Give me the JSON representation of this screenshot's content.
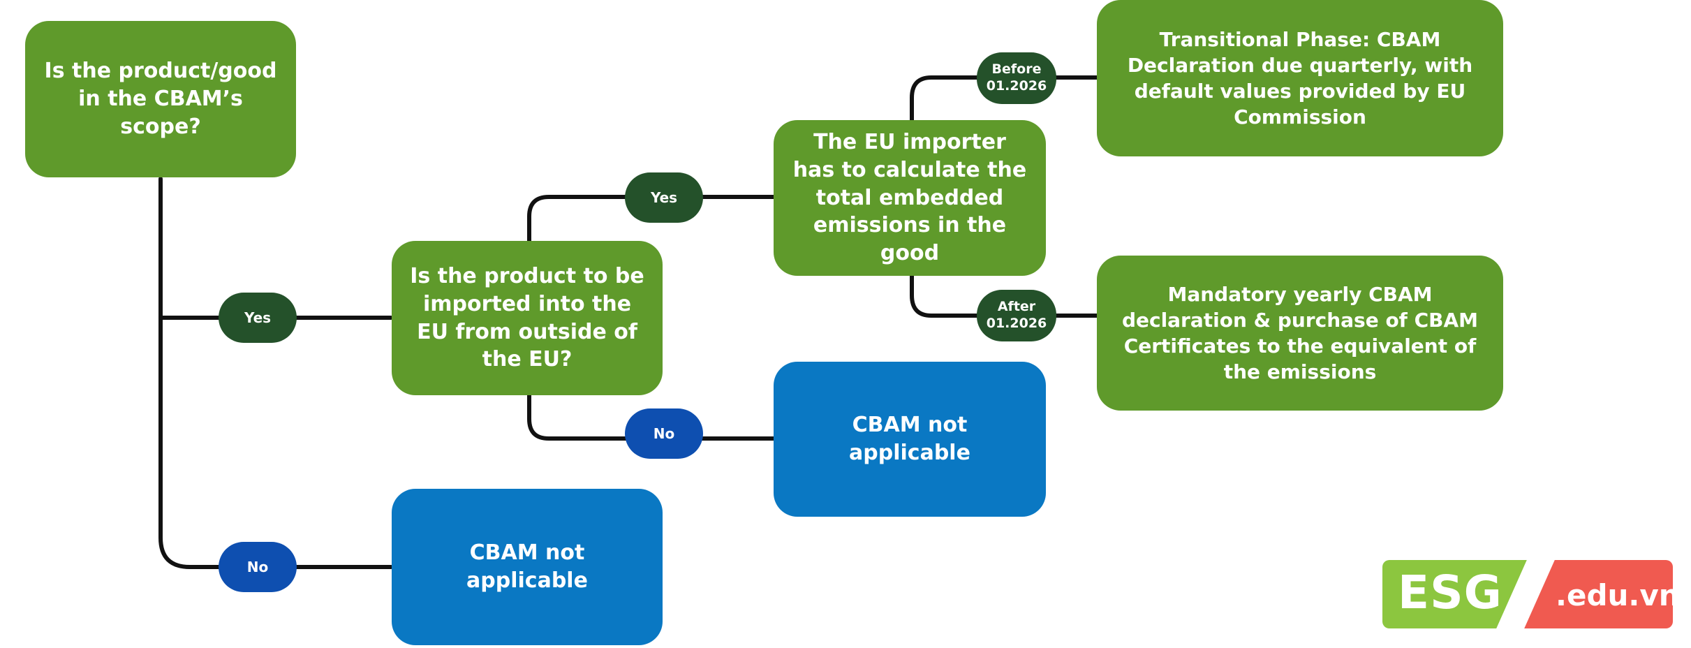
{
  "nodes": {
    "q_scope": "Is the product/good in the CBAM’s scope?",
    "q_import": "Is the product to be imported into the EU from outside of the EU?",
    "calc": "The EU importer has to calculate the total embedded emissions in the good",
    "transitional": "Transitional Phase: CBAM Declaration due quarterly, with default values provided by EU Commission",
    "mandatory": "Mandatory yearly CBAM declaration & purchase of CBAM Certificates to the equivalent of the emissions",
    "not_applicable_1": "CBAM not applicable",
    "not_applicable_2": "CBAM not applicable"
  },
  "edges": {
    "scope_yes": "Yes",
    "scope_no": "No",
    "import_yes": "Yes",
    "import_no": "No",
    "before": "Before 01.2026",
    "after": "After 01.2026"
  },
  "logo": {
    "main": "ESG",
    "suffix": ".edu.vn"
  },
  "colors": {
    "green_box": "#5f9a2b",
    "blue_box": "#0a78c3",
    "yes_pill": "#24512a",
    "no_pill": "#0e4fb0",
    "logo_green": "#8cc63f",
    "logo_red": "#f05a50"
  }
}
